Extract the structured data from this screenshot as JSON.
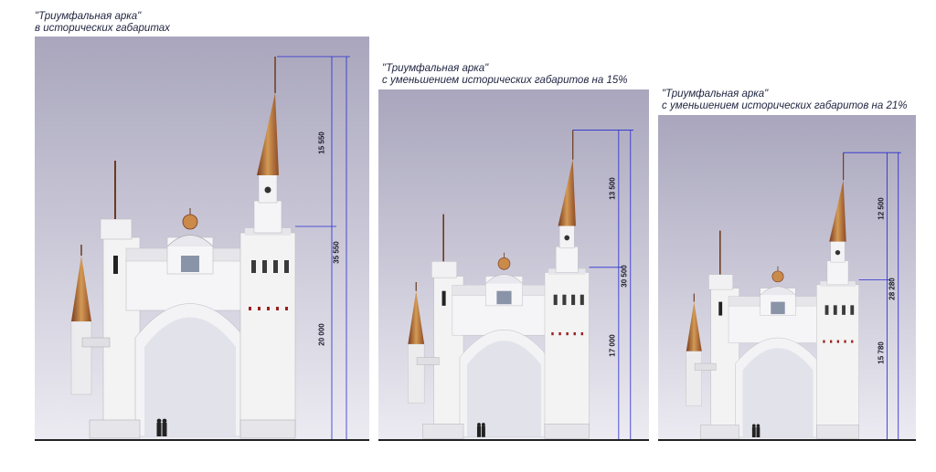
{
  "panels": [
    {
      "title": "\"Триумфальная арка\"",
      "subtitle": "в исторических габаритах",
      "dims": {
        "upper": "15 550",
        "total": "35 550",
        "lower": "20 000"
      }
    },
    {
      "title": "\"Триумфальная арка\"",
      "subtitle": "с уменьшением исторических габаритов на 15%",
      "dims": {
        "upper": "13 500",
        "total": "30 500",
        "lower": "17 000"
      }
    },
    {
      "title": "\"Триумфальная арка\"",
      "subtitle": "с уменьшением исторических габаритов на 21%",
      "dims": {
        "upper": "12 500",
        "total": "28 280",
        "lower": "15 780"
      }
    }
  ],
  "colors": {
    "sky_top": "#a9a6bd",
    "sky_bottom": "#ecebf2",
    "stone": "#f3f3f3",
    "stone_shade": "#d9d9dd",
    "spire": "#c98a4a",
    "spire_dark": "#7a3b1f",
    "dimension_line": "#2a2ad0"
  }
}
